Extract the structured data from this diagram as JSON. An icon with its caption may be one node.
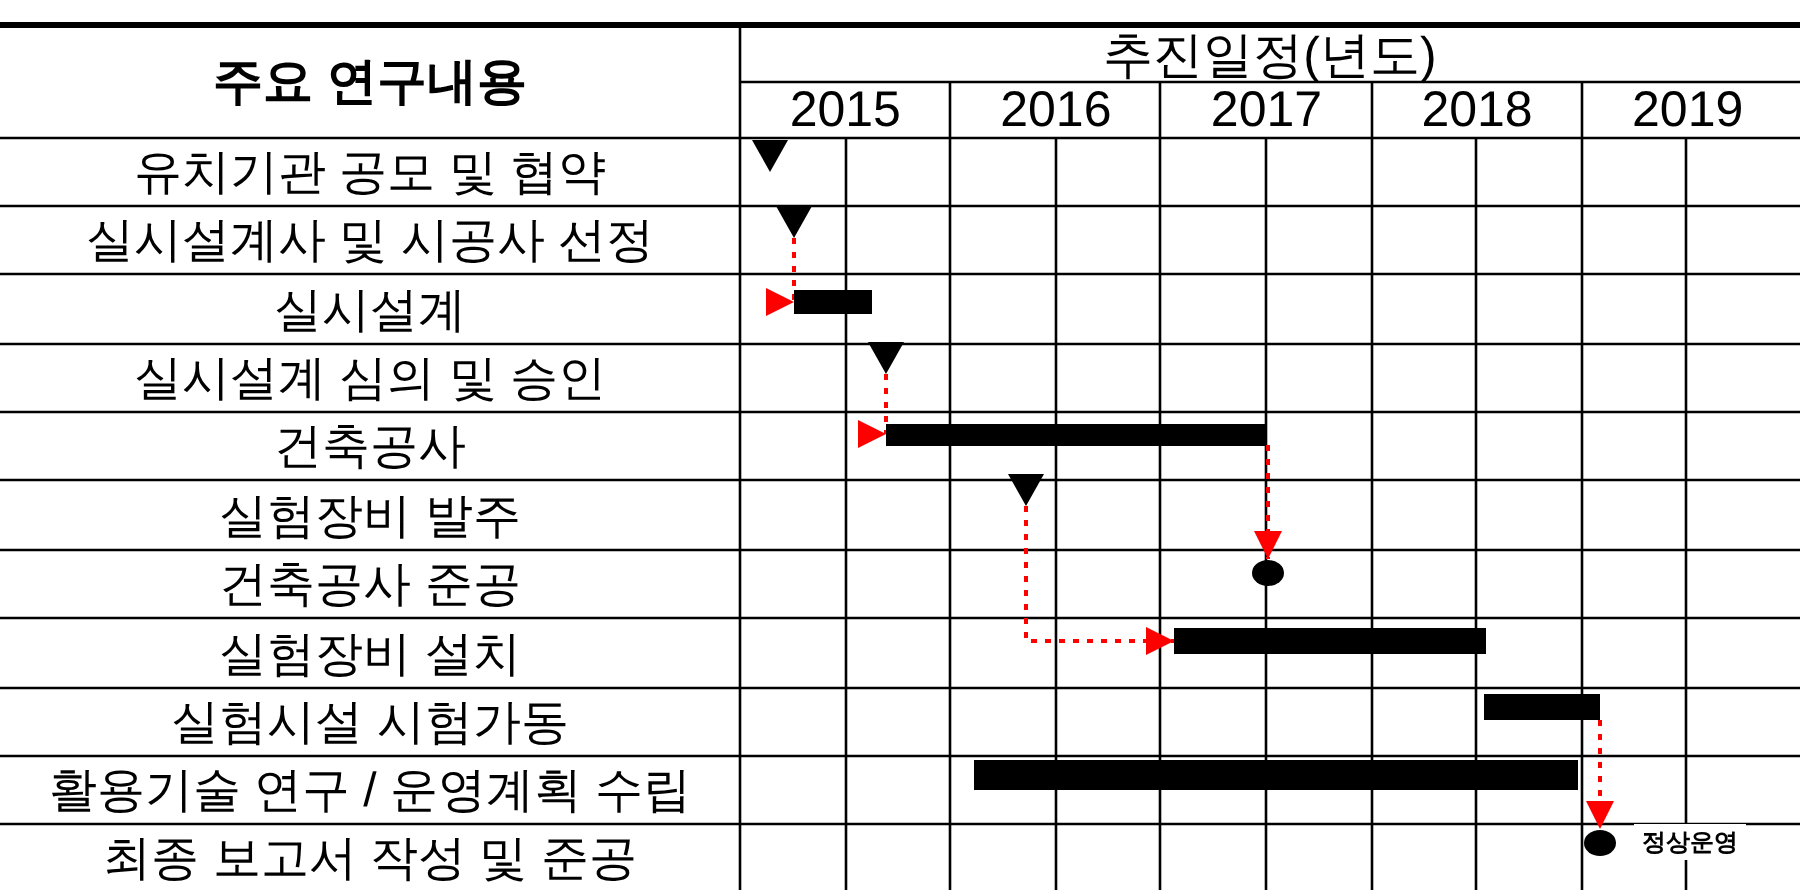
{
  "diagram": {
    "nodes": [
      {
        "text": [],
        "shape": "triangle"
      },
      {
        "text": [],
        "shape": "triangle"
      },
      {
        "text": [],
        "shape": "bar"
      },
      {
        "text": [],
        "shape": "triangle"
      },
      {
        "text": [],
        "shape": "bar"
      },
      {
        "text": [],
        "shape": "triangle"
      },
      {
        "text": [],
        "shape": "circle"
      },
      {
        "text": [],
        "shape": "bar"
      },
      {
        "text": [],
        "shape": "bar"
      },
      {
        "text": [],
        "shape": "bar"
      },
      {
        "text": [],
        "shape": "circle",
        "beside": [
          "정상운영"
        ]
      }
    ],
    "edges": [
      {
        "from": 1,
        "to": 2,
        "arrow": "to",
        "style": "dashed",
        "color": "#ff0000"
      },
      {
        "from": 3,
        "to": 4,
        "arrow": "to",
        "style": "dashed",
        "color": "#ff0000"
      },
      {
        "from": 4,
        "to": 6,
        "arrow": "to",
        "style": "dashed",
        "color": "#ff0000"
      },
      {
        "from": 5,
        "to": 7,
        "arrow": "to",
        "style": "dashed",
        "color": "#ff0000"
      },
      {
        "from": 8,
        "to": 10,
        "arrow": "to",
        "style": "dashed",
        "color": "#ff0000"
      }
    ],
    "labels": [
      "주요 연구내용",
      "추진일정(년도)",
      "2015",
      "2016",
      "2017",
      "2018",
      "2019",
      "유치기관 공모 및 협약",
      "실시설계사 및 시공사 선정",
      "실시설계",
      "실시설계 심의 및 승인",
      "건축공사",
      "실험장비 발주",
      "건축공사 준공",
      "실험장비 설치",
      "실험시설 시험가동",
      "활용기술 연구 / 운영계획 수립",
      "최종 보고서 작성 및 준공"
    ]
  }
}
